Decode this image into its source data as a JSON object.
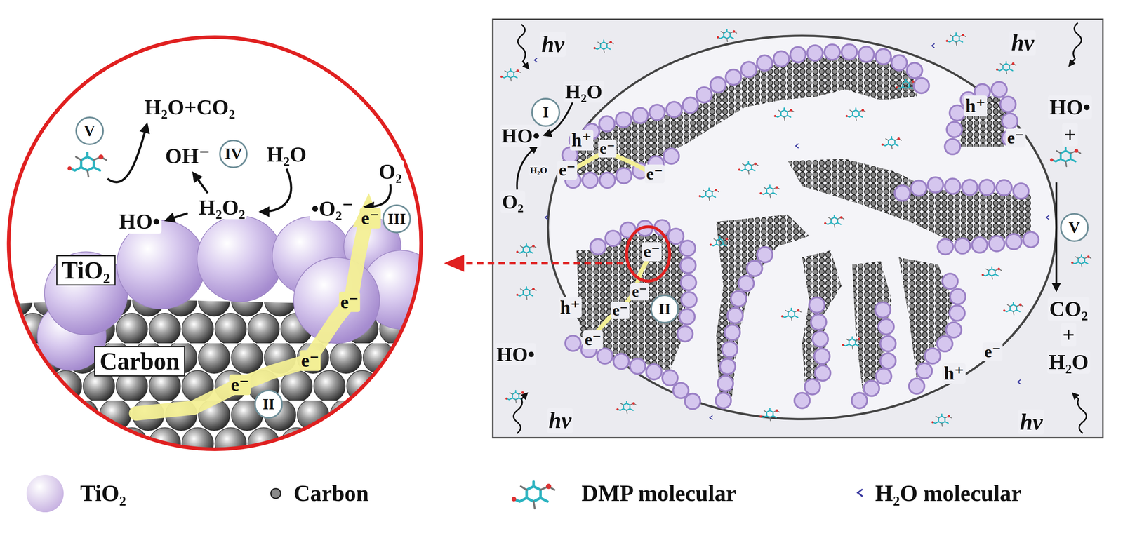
{
  "diagram": {
    "nodes": [
      {
        "text": [
          "V"
        ]
      },
      {
        "text": [
          "IV"
        ]
      },
      {
        "text": [
          "III"
        ]
      },
      {
        "text": [
          "TiO₂"
        ]
      },
      {
        "text": [
          "Carbon"
        ]
      },
      {
        "text": [
          "II"
        ]
      },
      {
        "text": [
          "I"
        ]
      },
      {
        "text": [
          "II"
        ]
      },
      {
        "text": [
          "V"
        ]
      }
    ],
    "labels": [
      "H₂O+CO₂",
      "OH⁻",
      "H₂O",
      "O₂",
      "HO•",
      "H₂O₂",
      "•O₂⁻",
      "e⁻",
      "e⁻",
      "e⁻",
      "e⁻",
      "hv",
      "hv",
      "H₂O",
      "HO•",
      "h⁺",
      "HO•",
      "h⁺",
      "+",
      "e⁻",
      "e⁻",
      "H₂O",
      "e⁻",
      "e⁻",
      "O₂",
      "e⁻",
      "e⁻",
      "h⁺",
      "e⁻",
      "CO₂",
      "+",
      "e⁻",
      "HO•",
      "e⁻",
      "H₂O",
      "h⁺",
      "hv",
      "hv"
    ],
    "legend": [
      {
        "text": "TiO₂",
        "color": "#b69ad8"
      },
      {
        "text": "Carbon",
        "color": "#8a8a8a"
      },
      {
        "text": "DMP molecular"
      },
      {
        "text": "H₂O molecular"
      }
    ]
  }
}
